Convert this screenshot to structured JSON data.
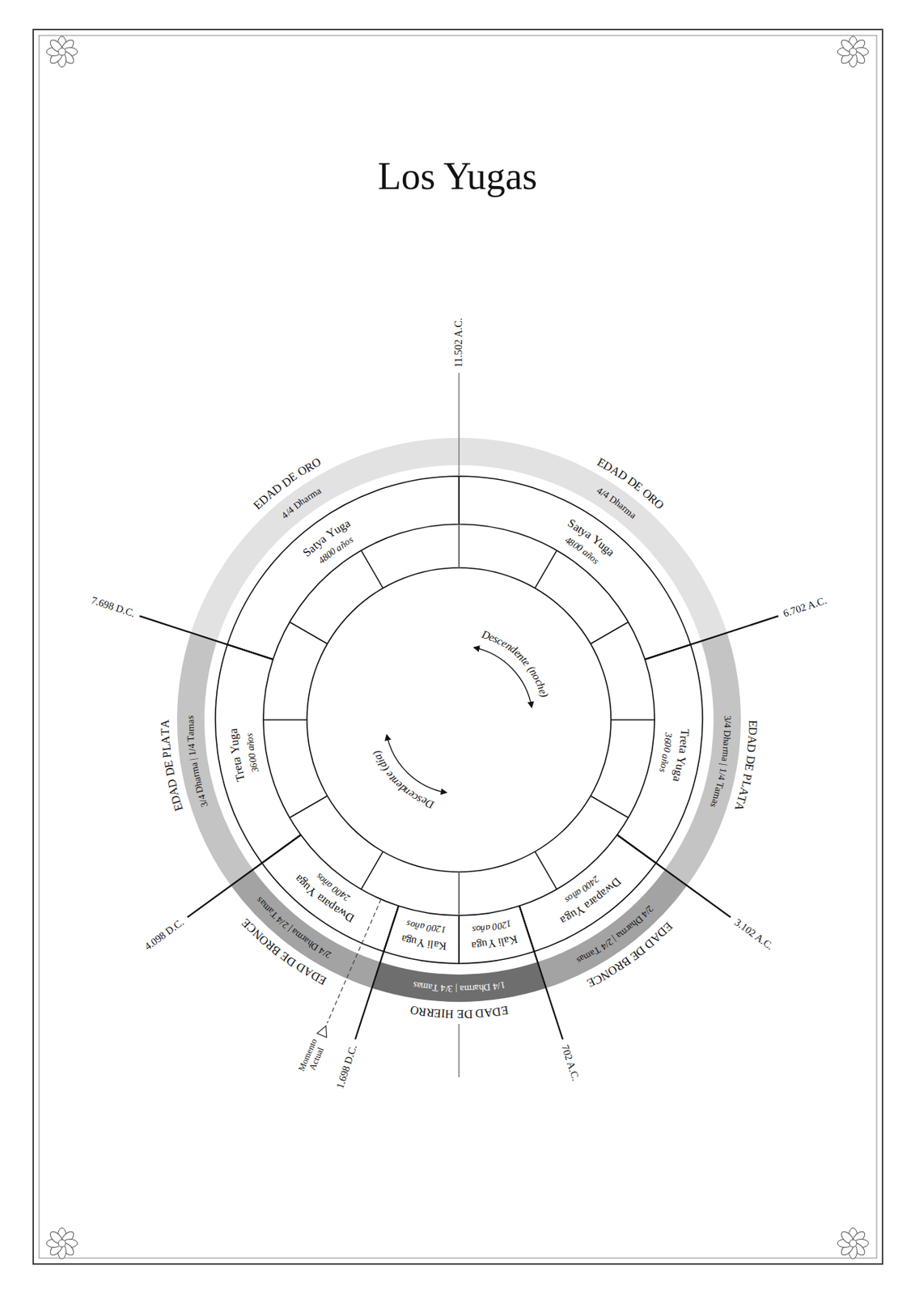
{
  "diagram": {
    "title": "Los Yugas",
    "nodes": [
      {
        "text": [
          "EDAD DE ORO",
          "4/4 Dharma"
        ]
      },
      {
        "text": [
          "Satya Yuga",
          "4800 años"
        ]
      },
      {
        "text": [
          "EDAD DE PLATA",
          "3/4 Dharma | 1/4 Tamas"
        ]
      },
      {
        "text": [
          "Treta Yuga",
          "3600 años"
        ]
      },
      {
        "text": [
          "EDAD DE BRONCE",
          "2/4 Dharma | 2/4 Tamas"
        ]
      },
      {
        "text": [
          "Dwapara Yuga",
          "2400 años"
        ]
      },
      {
        "text": [
          "EDAD DE HIERRO",
          "1/4 Dharma | 3/4 Tamas"
        ]
      },
      {
        "text": [
          "Kali Yuga",
          "1200 años"
        ]
      },
      {
        "text": [
          "Kali Yuga",
          "1200 años"
        ]
      },
      {
        "text": [
          "Dwapara Yuga",
          "2400 años"
        ]
      },
      {
        "text": [
          "EDAD DE BRONCE",
          "2/4 Dharma | 2/4 Tamas"
        ]
      },
      {
        "text": [
          "Treta Yuga",
          "3600 años"
        ]
      },
      {
        "text": [
          "EDAD DE PLATA",
          "3/4 Dharma | 1/4 Tamas"
        ]
      },
      {
        "text": [
          "Satya Yuga",
          "4800 años"
        ]
      },
      {
        "text": [
          "EDAD DE ORO",
          "4/4 Dharma"
        ]
      }
    ],
    "labels": [
      "11.502 A.C.",
      "6.702 A.C.",
      "3.102 A.C.",
      "702 A.C.",
      "1.698 D.C.",
      "4.098 D.C.",
      "7.698 D.C.",
      "Momento Actual",
      "Descendente (noche)",
      "Descendente (día)"
    ]
  }
}
